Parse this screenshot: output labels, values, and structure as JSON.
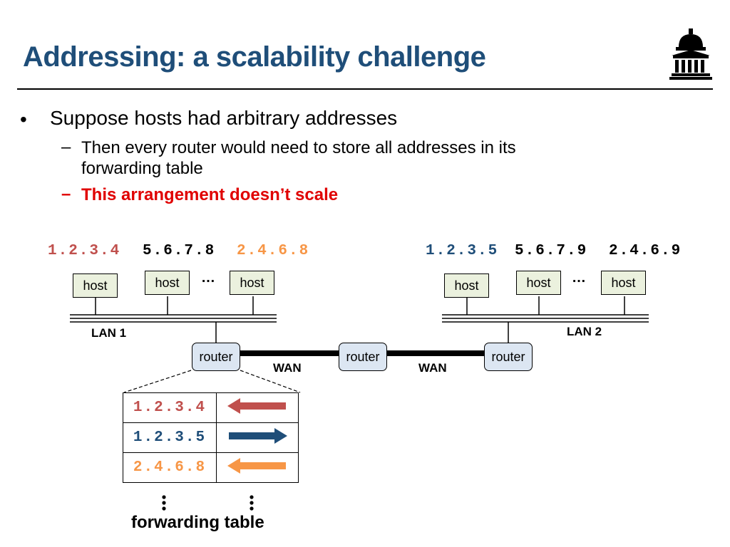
{
  "slide": {
    "title": "Addressing: a scalability challenge",
    "bullet": "Suppose hosts had arbitrary addresses",
    "sub1": "Then every router would need to store all addresses in its forwarding table",
    "sub1_line1": "Then every router would need to store all addresses in its",
    "sub1_line2": "forwarding table",
    "sub2": "This arrangement doesn’t scale",
    "dash": "–",
    "dot": "•"
  },
  "colors": {
    "title": "#1f4e79",
    "red": "#c0504d",
    "blue": "#1f4e79",
    "orange": "#f79646",
    "emphasis": "#e00000"
  },
  "diagram": {
    "lan1": {
      "label": "LAN 1",
      "addresses": [
        "1.2.3.4",
        "5.6.7.8",
        "2.4.6.8"
      ],
      "hosts": [
        "host",
        "host",
        "host"
      ],
      "ellipsis": "…"
    },
    "lan2": {
      "label": "LAN 2",
      "addresses": [
        "1.2.3.5",
        "5.6.7.9",
        "2.4.6.9"
      ],
      "hosts": [
        "host",
        "host",
        "host"
      ],
      "ellipsis": "…"
    },
    "routers": [
      "router",
      "router",
      "router"
    ],
    "wan_labels": [
      "WAN",
      "WAN"
    ]
  },
  "forwarding_table": {
    "caption": "forwarding table",
    "rows": [
      {
        "address": "1.2.3.4",
        "direction": "left",
        "color": "#c0504d"
      },
      {
        "address": "1.2.3.5",
        "direction": "right",
        "color": "#1f4e79"
      },
      {
        "address": "2.4.6.8",
        "direction": "left",
        "color": "#f79646"
      }
    ],
    "icons": [
      "left-arrow-icon",
      "right-arrow-icon",
      "left-arrow-icon",
      "vertical-ellipsis-icon"
    ]
  }
}
